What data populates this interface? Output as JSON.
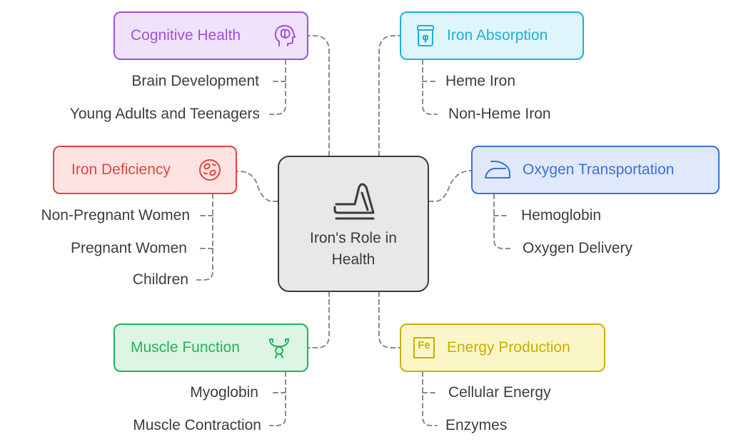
{
  "center": {
    "title_line1": "Iron's Role in",
    "title_line2": "Health",
    "icon": "iron-rack-icon"
  },
  "colors": {
    "cognitive": "#a250d8",
    "absorption": "#1cb0d8",
    "deficiency": "#e0453e",
    "oxygen": "#3d6fd6",
    "muscle": "#22b35a",
    "energy": "#c9b000",
    "connector": "#8a8a8a"
  },
  "nodes": {
    "cognitive": {
      "label": "Cognitive Health",
      "icon": "brain-head-icon",
      "items": [
        "Brain Development",
        "Young Adults and Teenagers"
      ]
    },
    "absorption": {
      "label": "Iron Absorption",
      "icon": "iron-supplement-jar-icon",
      "items": [
        "Heme Iron",
        "Non-Heme Iron"
      ]
    },
    "deficiency": {
      "label": "Iron Deficiency",
      "icon": "blood-cells-icon",
      "items": [
        "Non-Pregnant Women",
        "Pregnant Women",
        "Children"
      ]
    },
    "oxygen": {
      "label": "Oxygen Transportation",
      "icon": "clothes-iron-icon",
      "items": [
        "Hemoglobin",
        "Oxygen Delivery"
      ]
    },
    "muscle": {
      "label": "Muscle Function",
      "icon": "muscle-flex-icon",
      "items": [
        "Myoglobin",
        "Muscle Contraction"
      ]
    },
    "energy": {
      "label": "Energy Production",
      "icon": "fe-element-icon",
      "icon_text": "Fe",
      "items": [
        "Cellular Energy",
        "Enzymes"
      ]
    }
  }
}
